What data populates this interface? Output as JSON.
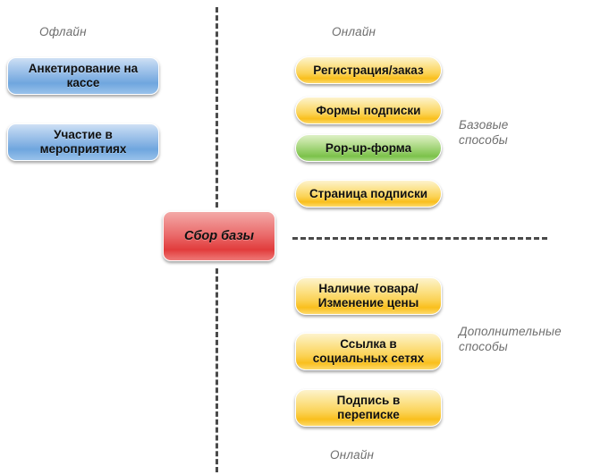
{
  "diagram": {
    "title_node": {
      "label": "Сбор базы",
      "color": "#e14040"
    },
    "captions": {
      "offline_top": "Офлайн",
      "online_top": "Онлайн",
      "online_bottom": "Онлайн",
      "basic_methods": "Базовые\nспособы",
      "additional_methods": "Дополнительные\nспособы"
    },
    "offline_nodes": [
      {
        "label": "Анкетирование на\nкассе",
        "color": "#88b4e4"
      },
      {
        "label": "Участие в\nмероприятиях",
        "color": "#88b4e4"
      }
    ],
    "basic_nodes": [
      {
        "label": "Регистрация/заказ",
        "color": "#fbd254"
      },
      {
        "label": "Формы подписки",
        "color": "#fbd254"
      },
      {
        "label": "Pop-up-форма",
        "color": "#97cf6b"
      },
      {
        "label": "Страница подписки",
        "color": "#fbd254"
      }
    ],
    "additional_nodes": [
      {
        "label": "Наличие товара/\nИзменение цены",
        "color": "#fbd254"
      },
      {
        "label": "Ссылка в\nсоциальных сетях",
        "color": "#fbd254"
      },
      {
        "label": "Подпись в\nпереписке",
        "color": "#fbd254"
      }
    ],
    "separators": {
      "vertical_label": "vertical-dashed-divider",
      "horizontal_label": "horizontal-dashed-divider"
    }
  }
}
